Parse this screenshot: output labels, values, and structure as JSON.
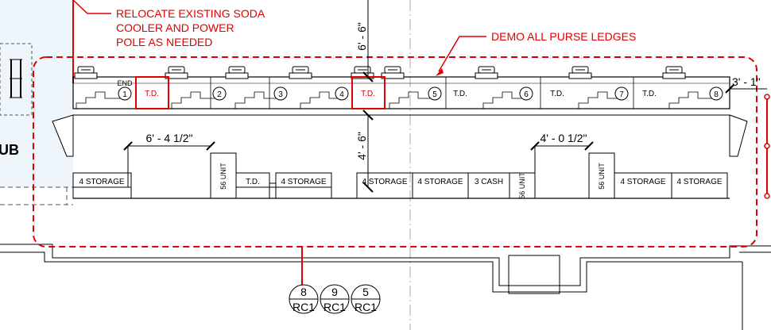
{
  "notes": {
    "relocate": [
      "RELOCATE EXISTING SODA",
      "COOLER AND POWER",
      "POLE AS NEEDED"
    ],
    "demo": "DEMO ALL PURSE LEDGES"
  },
  "dimensions": {
    "vertical_top": "6' - 6\"",
    "vertical_mid": "4' - 6\"",
    "horiz_left": "6' - 4 1/2\"",
    "horiz_right": "4' - 0 1/2\"",
    "right_edge": "3' - 1\""
  },
  "left_label": "UB",
  "checkouts": {
    "end_label": "END",
    "numbers": [
      "1",
      "2",
      "3",
      "4",
      "5",
      "6",
      "7",
      "8"
    ],
    "td_label": "T.D."
  },
  "storage": {
    "storage_label": "4 STORAGE",
    "unit_label": "56 UNIT",
    "td_label": "T.D.",
    "cash_label": "3 CASH"
  },
  "detail_tags": [
    {
      "number": "8",
      "sheet": "RC1"
    },
    {
      "number": "9",
      "sheet": "RC1"
    },
    {
      "number": "5",
      "sheet": "RC1"
    }
  ],
  "colors": {
    "markup": "#e00000",
    "linework": "#000000",
    "background": "#ffffff",
    "hatch": "#eef5fb"
  }
}
